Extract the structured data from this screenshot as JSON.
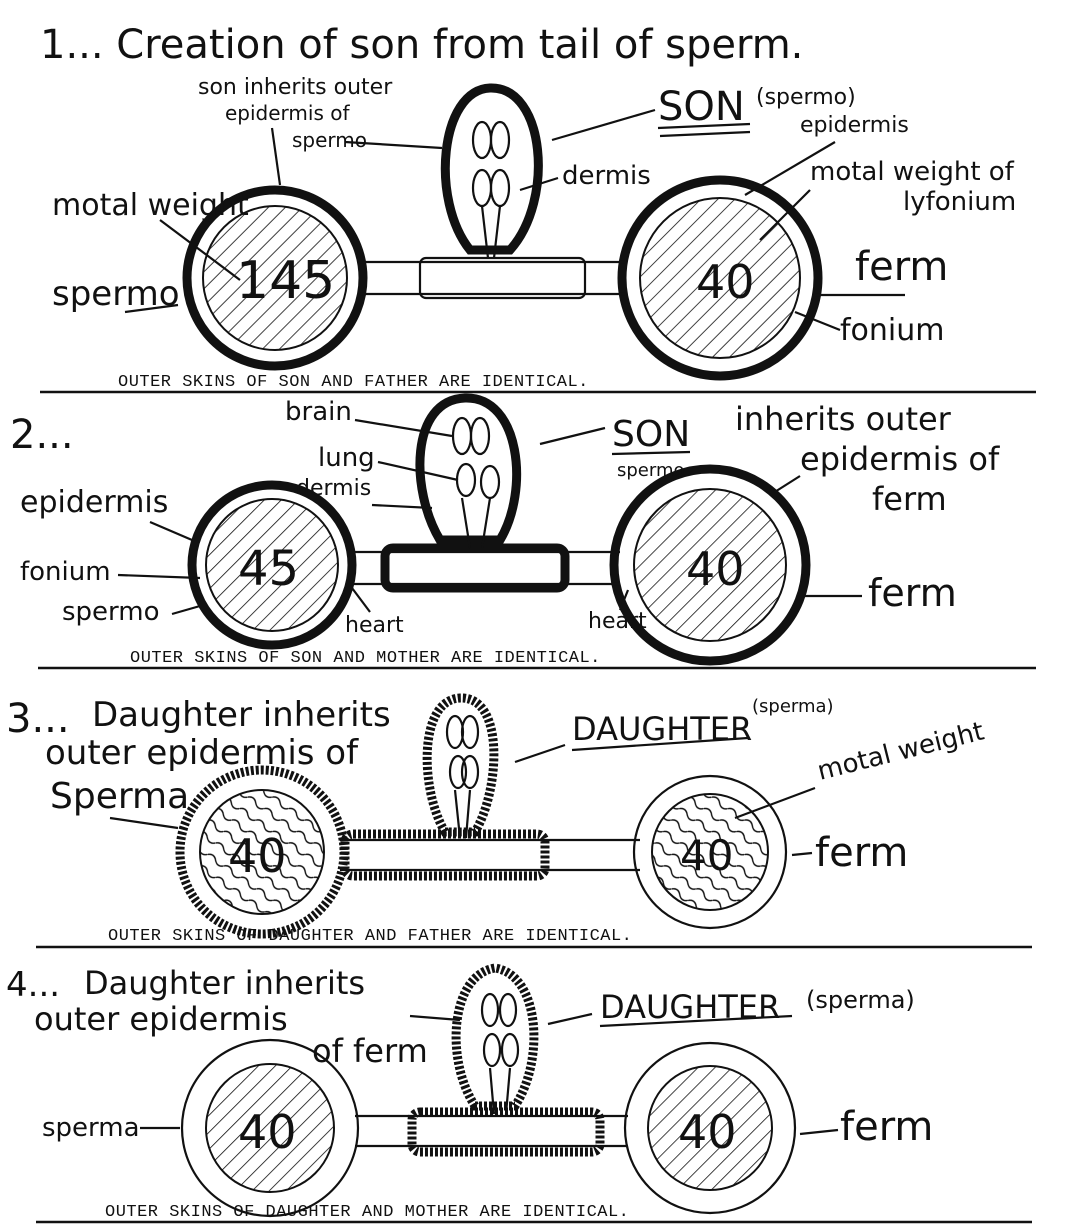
{
  "panels": [
    {
      "heading": "1... Creation of son from tail of sperm.",
      "left_weight": "145",
      "right_weight": "40",
      "labels": {
        "son_inherits": "son inherits outer",
        "son_inherits_2": "epidermis of",
        "spermo_top": "spermo",
        "son": "SON",
        "son_note": "(spermo)",
        "epidermis": "epidermis",
        "dermis": "dermis",
        "motal_weight_left": "motal weight",
        "motal_weight_right_1": "motal weight of",
        "motal_weight_right_2": "lyfonium",
        "spermo_left": "spermo",
        "ferm": "ferm",
        "fonium": "fonium"
      },
      "caption": "OUTER SKINS OF SON AND FATHER ARE IDENTICAL."
    },
    {
      "heading": "2...",
      "left_weight": "45",
      "right_weight": "40",
      "labels": {
        "brain": "brain",
        "lung": "lung",
        "dermis": "dermis",
        "son": "SON",
        "son_sub": "spermo",
        "inherits_1": "inherits outer",
        "inherits_2": "epidermis of",
        "inherits_3": "ferm",
        "epidermis": "epidermis",
        "fonium": "fonium",
        "spermo": "spermo",
        "heart_left": "heart",
        "heart_right": "heart",
        "ferm": "ferm"
      },
      "caption": "OUTER SKINS OF SON AND MOTHER ARE IDENTICAL."
    },
    {
      "heading": "3...",
      "left_weight": "40",
      "right_weight": "40",
      "labels": {
        "text_1": "Daughter inherits",
        "text_2": "outer epidermis of",
        "text_3": "Sperma",
        "daughter": "DAUGHTER",
        "daughter_note": "(sperma)",
        "motal_weight": "motal weight",
        "ferm": "ferm"
      },
      "caption": "OUTER SKINS OF DAUGHTER AND FATHER ARE IDENTICAL."
    },
    {
      "heading": "4...",
      "left_weight": "40",
      "right_weight": "40",
      "labels": {
        "text_1": "Daughter inherits",
        "text_2": "outer epidermis",
        "text_3": "of ferm",
        "daughter": "DAUGHTER",
        "daughter_note": "(sperma)",
        "sperma": "sperma",
        "ferm": "ferm"
      },
      "caption": "OUTER SKINS OF DAUGHTER AND MOTHER ARE IDENTICAL."
    }
  ]
}
